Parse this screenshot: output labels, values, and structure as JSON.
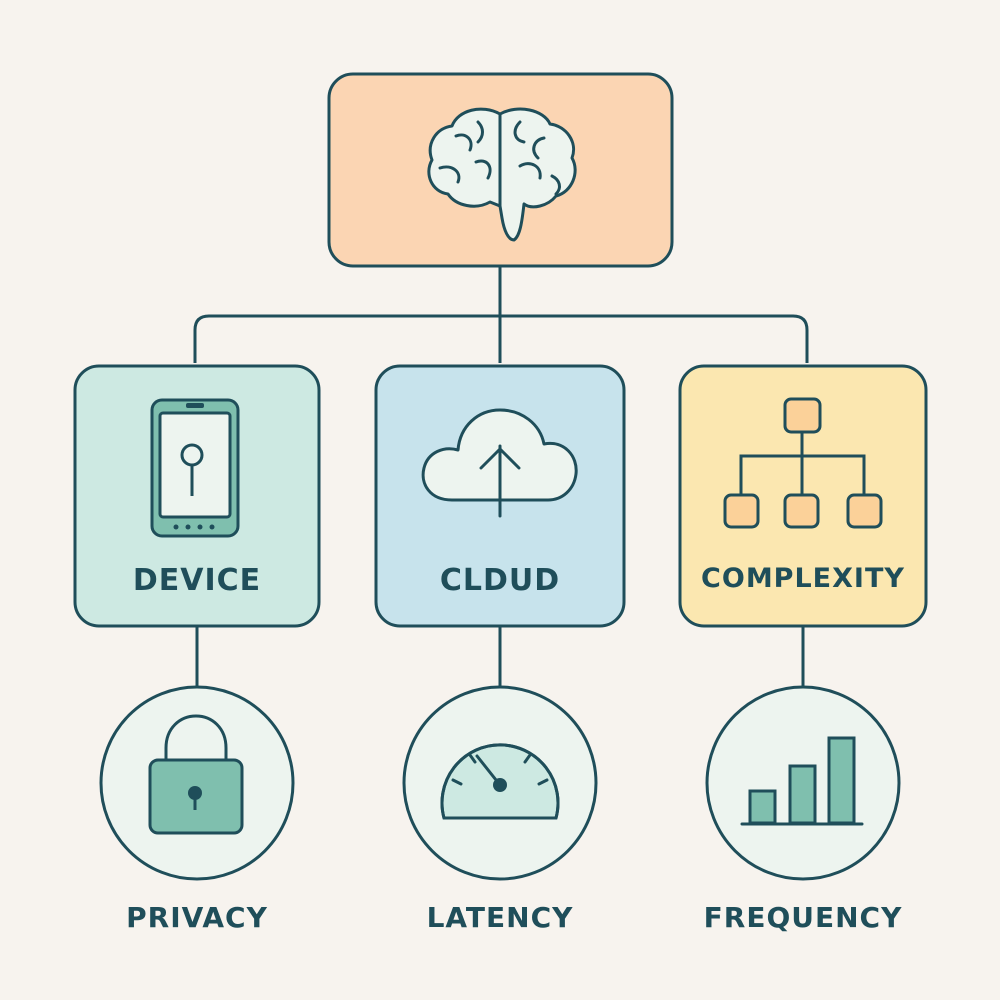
{
  "colors": {
    "stroke": "#1f4e5a",
    "root_fill": "#fbd5b3",
    "device_fill": "#cde9e2",
    "cloud_fill": "#c7e3ec",
    "complexity_fill": "#fbe7b0",
    "circle_fill": "#edf4ef",
    "accent_green": "#7fbfae",
    "accent_orange": "#fbd199",
    "background": "#f7f3ee"
  },
  "root": {
    "icon": "brain-icon"
  },
  "categories": [
    {
      "label": "DEVICE",
      "icon": "smartphone-icon"
    },
    {
      "label": "CLDUD",
      "icon": "cloud-upload-icon"
    },
    {
      "label": "COMPLEXITY",
      "icon": "hierarchy-icon"
    }
  ],
  "leaves": [
    {
      "label": "PRIVACY",
      "icon": "padlock-icon"
    },
    {
      "label": "LATENCY",
      "icon": "speedometer-icon"
    },
    {
      "label": "FREQUENCY",
      "icon": "bar-chart-icon"
    }
  ]
}
